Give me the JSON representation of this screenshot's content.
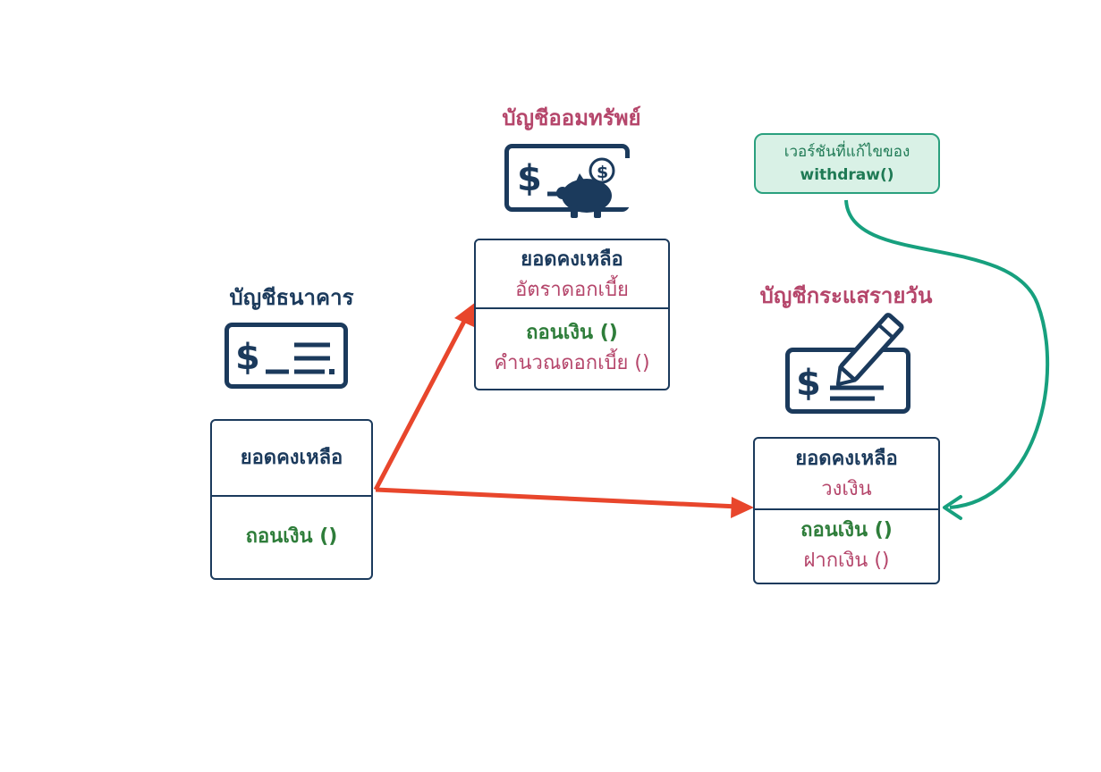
{
  "bank_account": {
    "title": "บัญชีธนาคาร",
    "attr1": "ยอดคงเหลือ",
    "method1": "ถอนเงิน ()"
  },
  "savings_account": {
    "title": "บัญชีออมทรัพย์",
    "attr1": "ยอดคงเหลือ",
    "attr2": "อัตราดอกเบี้ย",
    "method1": "ถอนเงิน ()",
    "method2": "คำนวณดอกเบี้ย ()"
  },
  "checking_account": {
    "title": "บัญชีกระแสรายวัน",
    "attr1": "ยอดคงเหลือ",
    "attr2": "วงเงิน",
    "method1": "ถอนเงิน ()",
    "method2": "ฝากเงิน ()"
  },
  "note": {
    "line1": "เวอร์ชันที่แก้ไขของ",
    "line2": "withdraw()"
  },
  "icons": [
    "bank-check-icon",
    "piggy-bank-check-icon",
    "check-pen-icon"
  ],
  "colors": {
    "navy": "#1b3a5c",
    "pink": "#b5466b",
    "green": "#2e7d3a",
    "arrow_red": "#e8462c",
    "teal": "#17a07e"
  }
}
